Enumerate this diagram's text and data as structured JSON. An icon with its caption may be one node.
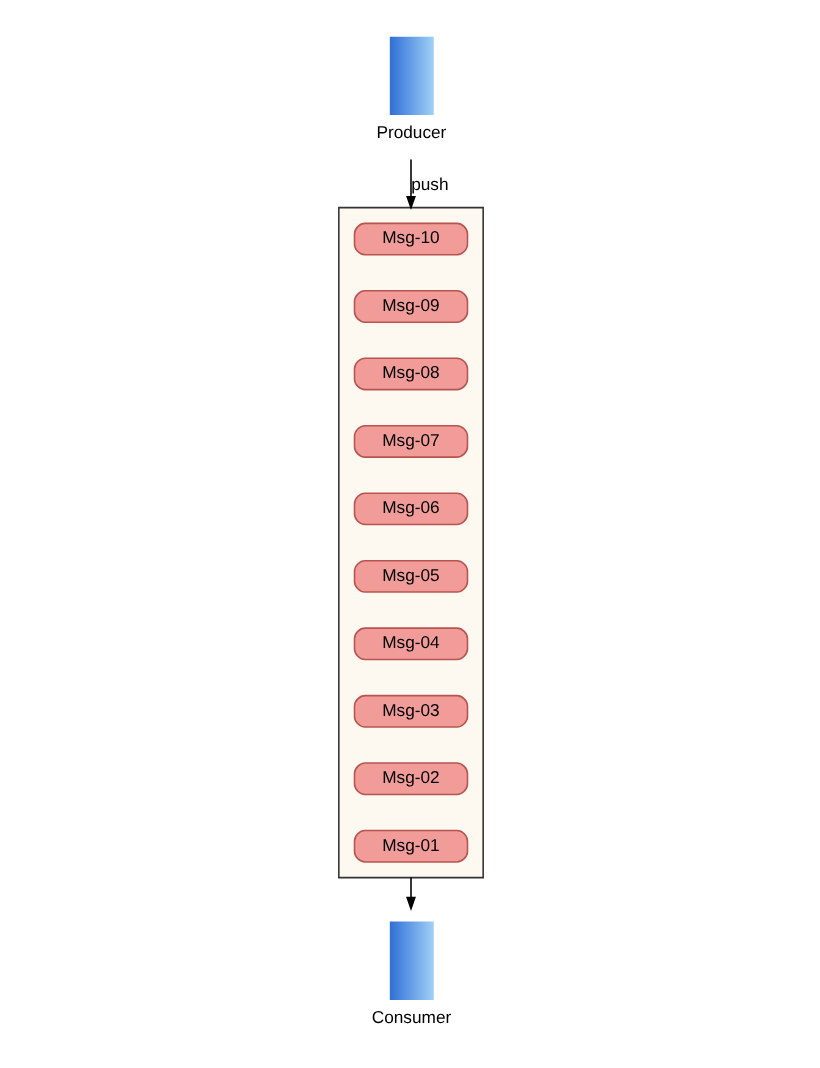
{
  "diagram": {
    "nodes": [
      {
        "text": [
          "Producer"
        ]
      },
      {
        "text": [],
        "shape": "box"
      },
      {
        "text": [
          "Msg-10"
        ],
        "in": 1
      },
      {
        "text": [
          "Msg-09"
        ],
        "in": 1
      },
      {
        "text": [
          "Msg-08"
        ],
        "in": 1
      },
      {
        "text": [
          "Msg-07"
        ],
        "in": 1
      },
      {
        "text": [
          "Msg-06"
        ],
        "in": 1
      },
      {
        "text": [
          "Msg-05"
        ],
        "in": 1
      },
      {
        "text": [
          "Msg-04"
        ],
        "in": 1
      },
      {
        "text": [
          "Msg-03"
        ],
        "in": 1
      },
      {
        "text": [
          "Msg-02"
        ],
        "in": 1
      },
      {
        "text": [
          "Msg-01"
        ],
        "in": 1
      },
      {
        "text": [
          "Consumer"
        ]
      }
    ],
    "edges": [
      {
        "from": 0,
        "to": 1,
        "arrow": "to",
        "label": "push"
      },
      {
        "from": 1,
        "to": 12,
        "arrow": "to"
      }
    ]
  }
}
